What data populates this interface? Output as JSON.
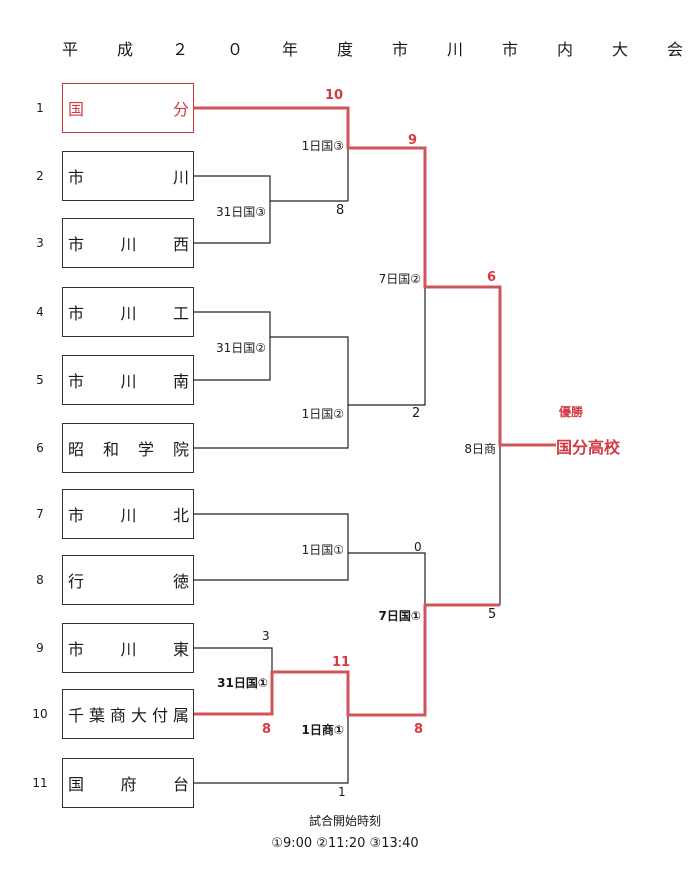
{
  "title": "平　成　２　０　年　度　市　川　市　内　大　会",
  "teams": [
    {
      "seed": "1",
      "chars": [
        "国",
        "分"
      ]
    },
    {
      "seed": "2",
      "chars": [
        "市",
        "川"
      ]
    },
    {
      "seed": "3",
      "chars": [
        "市",
        "川",
        "西"
      ]
    },
    {
      "seed": "4",
      "chars": [
        "市",
        "川",
        "工"
      ]
    },
    {
      "seed": "5",
      "chars": [
        "市",
        "川",
        "南"
      ]
    },
    {
      "seed": "6",
      "chars": [
        "昭",
        "和",
        "学",
        "院"
      ]
    },
    {
      "seed": "7",
      "chars": [
        "市",
        "川",
        "北"
      ]
    },
    {
      "seed": "8",
      "chars": [
        "行",
        "徳"
      ]
    },
    {
      "seed": "9",
      "chars": [
        "市",
        "川",
        "東"
      ]
    },
    {
      "seed": "10",
      "chars": [
        "千",
        "葉",
        "商",
        "大",
        "付",
        "属"
      ]
    },
    {
      "seed": "11",
      "chars": [
        "国",
        "府",
        "台"
      ]
    }
  ],
  "matches": {
    "r1_a": "31日国③",
    "r1_b": "31日国②",
    "r1_c": "31日国①",
    "qf_a": "1日国③",
    "qf_b": "1日国②",
    "qf_c": "1日国①",
    "qf_d": "1日商①",
    "sf_a": "7日国②",
    "sf_b": "7日国①",
    "final": "8日商"
  },
  "scores": {
    "s10": "10",
    "s8a": "8",
    "s9": "9",
    "s2": "2",
    "s6": "6",
    "s0": "0",
    "s5": "5",
    "s3": "3",
    "s11": "11",
    "s8b": "8",
    "s8c": "8",
    "s1": "1"
  },
  "champion": {
    "heading": "優勝",
    "name": "国分高校"
  },
  "footer": {
    "caption": "試合開始時刻",
    "times": "①9:00 ②11:20 ③13:40"
  }
}
